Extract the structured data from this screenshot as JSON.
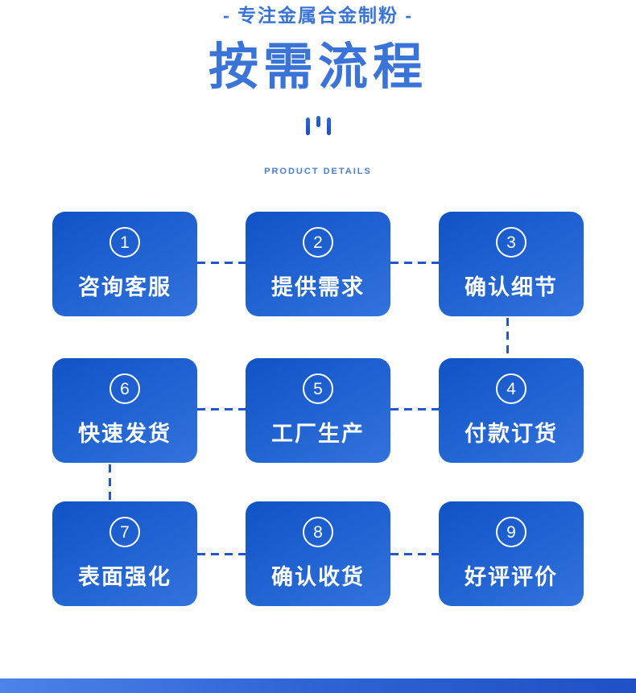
{
  "header": {
    "tagline": "- 专注金属合金制粉 -",
    "title": "按需流程",
    "subtitle": "PRODUCT DETAILS"
  },
  "icons": {
    "bars_icon": "three-vertical-bars-decoration"
  },
  "steps": [
    {
      "number": "1",
      "label": "咨询客服"
    },
    {
      "number": "2",
      "label": "提供需求"
    },
    {
      "number": "3",
      "label": "确认细节"
    },
    {
      "number": "6",
      "label": "快速发货"
    },
    {
      "number": "5",
      "label": "工厂生产"
    },
    {
      "number": "4",
      "label": "付款订货"
    },
    {
      "number": "7",
      "label": "表面强化"
    },
    {
      "number": "8",
      "label": "确认收货"
    },
    {
      "number": "9",
      "label": "好评评价"
    }
  ],
  "flow_connections": [
    "1-2",
    "2-3",
    "3-4",
    "4-5",
    "5-6",
    "6-7",
    "7-8",
    "8-9"
  ],
  "colors": {
    "accent_text": "#3b74d9",
    "subtitle_text": "#4a7fd6",
    "box_gradient_start": "#1153c6",
    "box_gradient_end": "#3273dd",
    "dash_line": "#2356cb",
    "box_text": "#ffffff",
    "bottom_band_start": "#4c83e9",
    "bottom_band_end": "#1e51c5"
  }
}
